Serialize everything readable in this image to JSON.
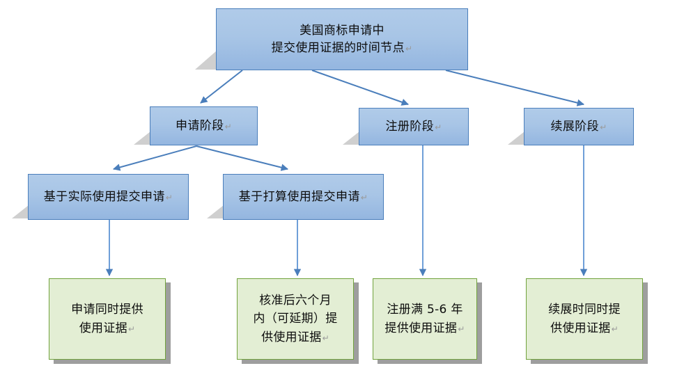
{
  "diagram": {
    "type": "flowchart",
    "title": "美国商标申请中提交使用证据的时间节点",
    "return_mark": "↵",
    "colors": {
      "blue_fill_top": "#b0cbe9",
      "blue_fill_bottom": "#94b6e0",
      "blue_border": "#4a7ebb",
      "green_fill": "#e3eed4",
      "green_border": "#71a23c",
      "arrow": "#4a7ebb",
      "shadow": "#cfcfcf",
      "text": "#0d0d0d"
    },
    "nodes": {
      "root": {
        "lines": [
          "美国商标申请中",
          "提交使用证据的时间节点"
        ],
        "style": "blue"
      },
      "stage_application": {
        "lines": [
          "申请阶段"
        ],
        "style": "blue"
      },
      "stage_registration": {
        "lines": [
          "注册阶段"
        ],
        "style": "blue"
      },
      "stage_renewal": {
        "lines": [
          "续展阶段"
        ],
        "style": "blue"
      },
      "basis_actual_use": {
        "lines": [
          "基于实际使用提交申请"
        ],
        "style": "blue"
      },
      "basis_intent_to_use": {
        "lines": [
          "基于打算使用提交申请"
        ],
        "style": "blue"
      },
      "outcome_with_application": {
        "lines": [
          "申请同时提供",
          "使用证据"
        ],
        "style": "green"
      },
      "outcome_six_months": {
        "lines": [
          "核准后六个月",
          "内（可延期）提",
          "供使用证据"
        ],
        "style": "green"
      },
      "outcome_year_5_6": {
        "lines": [
          "注册满 5-6 年",
          "提供使用证据"
        ],
        "style": "green"
      },
      "outcome_renewal": {
        "lines": [
          "续展时同时提",
          "供使用证据"
        ],
        "style": "green"
      }
    },
    "edges": [
      {
        "from": "root",
        "to": "stage_application",
        "kind": "diagonal-arrow"
      },
      {
        "from": "root",
        "to": "stage_registration",
        "kind": "diagonal-arrow"
      },
      {
        "from": "root",
        "to": "stage_renewal",
        "kind": "diagonal-arrow"
      },
      {
        "from": "stage_application",
        "to": "basis_actual_use",
        "kind": "diagonal-arrow"
      },
      {
        "from": "stage_application",
        "to": "basis_intent_to_use",
        "kind": "diagonal-arrow"
      },
      {
        "from": "basis_actual_use",
        "to": "outcome_with_application",
        "kind": "vertical-arrow"
      },
      {
        "from": "basis_intent_to_use",
        "to": "outcome_six_months",
        "kind": "vertical-arrow"
      },
      {
        "from": "stage_registration",
        "to": "outcome_year_5_6",
        "kind": "vertical-arrow"
      },
      {
        "from": "stage_renewal",
        "to": "outcome_renewal",
        "kind": "vertical-arrow"
      }
    ]
  }
}
